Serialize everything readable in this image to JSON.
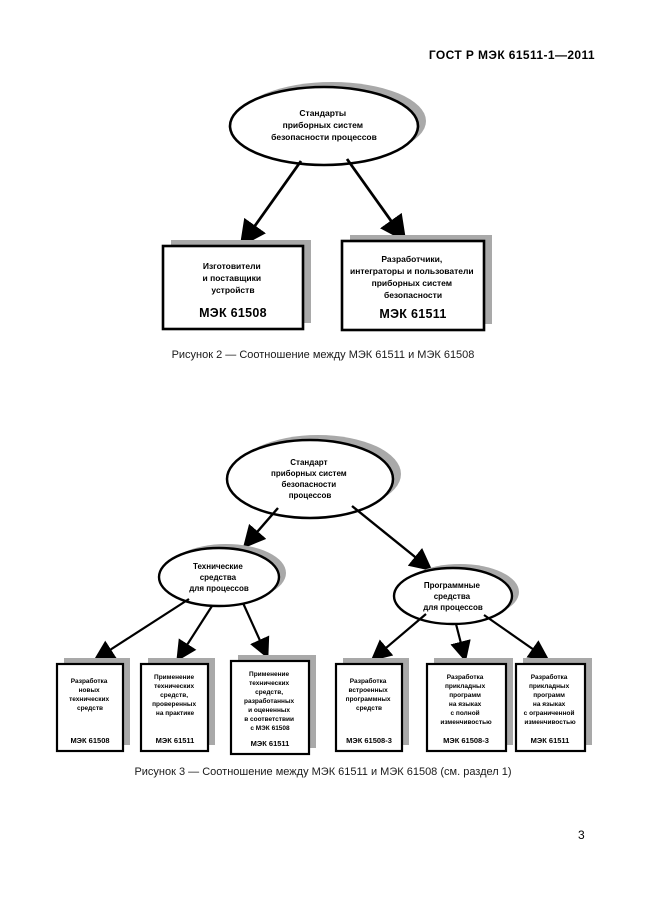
{
  "page": {
    "header": "ГОСТ Р МЭК 61511-1—2011",
    "page_number": "3"
  },
  "colors": {
    "shadow_gray": "#a9a9a9",
    "line_black": "#000000",
    "background": "#ffffff"
  },
  "fig2": {
    "root": {
      "lines": [
        "Стандарты",
        "приборных систем",
        "безопасности процессов"
      ]
    },
    "left_box": {
      "lines": [
        "Изготовители",
        "и поставщики",
        "устройств"
      ],
      "standard": "МЭК 61508"
    },
    "right_box": {
      "lines": [
        "Разработчики,",
        "интеграторы и пользователи",
        "приборных систем",
        "безопасности"
      ],
      "standard": "МЭК 61511"
    },
    "caption": "Рисунок 2 — Соотношение между МЭК 61511 и МЭК 61508"
  },
  "fig3": {
    "root": {
      "lines": [
        "Стандарт",
        "приборных систем",
        "безопасности",
        "процессов"
      ]
    },
    "hw": {
      "lines": [
        "Технические",
        "средства",
        "для процессов"
      ]
    },
    "sw": {
      "lines": [
        "Программные",
        "средства",
        "для процессов"
      ]
    },
    "boxes": [
      {
        "lines": [
          "Разработка",
          "новых",
          "технических",
          "средств"
        ],
        "standard": "МЭК 61508"
      },
      {
        "lines": [
          "Применение",
          "технических",
          "средств,",
          "проверенных",
          "на практике"
        ],
        "standard": "МЭК 61511"
      },
      {
        "lines": [
          "Применение",
          "технических",
          "средств,",
          "разработанных",
          "и оцененных",
          "в соответствии",
          "с МЭК 61508"
        ],
        "standard": "МЭК 61511"
      },
      {
        "lines": [
          "Разработка",
          "встроенных",
          "программных",
          "средств"
        ],
        "standard": "МЭК 61508-3"
      },
      {
        "lines": [
          "Разработка",
          "прикладных",
          "программ",
          "на языках",
          "с полной",
          "изменчивостью"
        ],
        "standard": "МЭК 61508-3"
      },
      {
        "lines": [
          "Разработка",
          "прикладных",
          "программ",
          "на языках",
          "с ограниченной",
          "изменчивостью"
        ],
        "standard": "МЭК 61511"
      }
    ],
    "caption": "Рисунок 3 — Соотношение между МЭК 61511 и МЭК 61508 (см. раздел 1)"
  }
}
